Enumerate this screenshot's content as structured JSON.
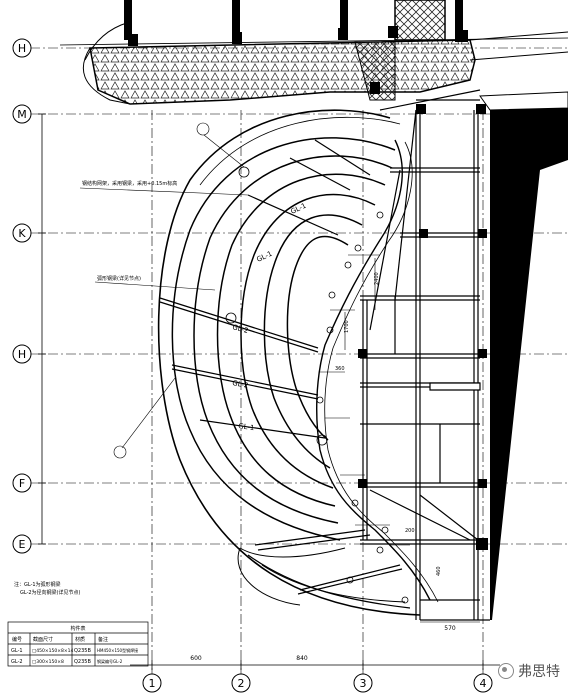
{
  "grid": {
    "row_labels": [
      "H",
      "M",
      "K",
      "H",
      "F",
      "E"
    ],
    "col_labels": [
      "1",
      "2",
      "3",
      "4"
    ]
  },
  "legend_table": {
    "title": "构件表",
    "headers": [
      "编号",
      "截面尺寸",
      "材质",
      "备注"
    ],
    "rows": [
      [
        "GL-1",
        "□450×150×8×14",
        "Q235B",
        "HM450×150型钢焊接"
      ],
      [
        "GL-2",
        "□300×150×8",
        "Q235B",
        "钢梁编号GL-2"
      ]
    ]
  },
  "notes": [
    "注：GL-1为弧形钢梁",
    "GL-2为径向钢梁(详见节点)"
  ],
  "annotations": {
    "top_callout": "钢结构网架，采用钢梁，采用+0.15m标高",
    "mid_callout": "弧形钢梁(详见节点)",
    "beam_labels": [
      "GL-1",
      "GL-1",
      "GL-1",
      "GL-2",
      "GL-2"
    ],
    "dims_bottom": [
      "600",
      "840",
      "570"
    ],
    "dims_right_small": [
      "2400",
      "1700",
      "360",
      "200",
      "460"
    ]
  },
  "watermark": "弗思特"
}
